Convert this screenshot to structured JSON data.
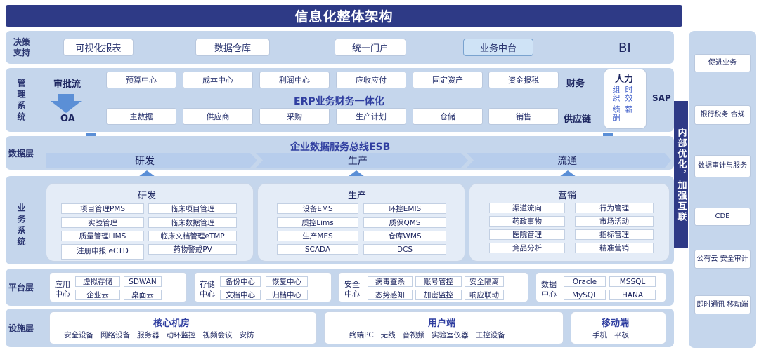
{
  "title": "信息化整体架构",
  "decision": {
    "label": "决策支持",
    "items": [
      "可视化报表",
      "数据仓库",
      "统一门户",
      "业务中台"
    ],
    "bi": "BI"
  },
  "management": {
    "label": "管理系统",
    "approval": "审批流",
    "oa": "OA",
    "finance_items": [
      "预算中心",
      "成本中心",
      "利润中心",
      "应收应付",
      "固定资产",
      "资金报税"
    ],
    "finance_label": "财务",
    "erp_title": "ERP业务财务一体化",
    "supply_items": [
      "主数据",
      "供应商",
      "采购",
      "生产计划",
      "仓储",
      "销售"
    ],
    "supply_label": "供应链",
    "hr": {
      "title": "人力",
      "items": [
        "组织",
        "时效",
        "绩酬",
        "薪"
      ]
    },
    "sap": "SAP"
  },
  "data_layer": {
    "label": "数据层",
    "esb": "企业数据服务总线ESB",
    "flow": [
      "研发",
      "生产",
      "流通"
    ]
  },
  "business": {
    "label": "业务系统",
    "panels": [
      {
        "title": "研发",
        "items": [
          "项目管理PMS",
          "临床项目管理",
          "实验管理",
          "临床数据管理",
          "质量管理LIMS",
          "临床文档管理eTMP",
          "注册申报 eCTD",
          "药物警戒PV"
        ]
      },
      {
        "title": "生产",
        "items": [
          "设备EMS",
          "环控EMIS",
          "质控Lims",
          "质保QMS",
          "生产MES",
          "仓库WMS",
          "SCADA",
          "DCS"
        ]
      },
      {
        "title": "营销",
        "items": [
          "渠道流向",
          "行为管理",
          "药政事物",
          "市场活动",
          "医院管理",
          "指标管理",
          "竞品分析",
          "精准营销"
        ]
      }
    ]
  },
  "platform": {
    "label": "平台层",
    "groups": [
      {
        "label": "应用中心",
        "items": [
          "虚拟存储",
          "SDWAN",
          "企业云",
          "桌面云"
        ]
      },
      {
        "label": "存储中心",
        "items": [
          "备份中心",
          "恢复中心",
          "文档中心",
          "归档中心"
        ]
      },
      {
        "label": "安全中心",
        "items": [
          "病毒查杀",
          "账号管控",
          "安全隔离",
          "态势感知",
          "加密监控",
          "响应联动"
        ]
      },
      {
        "label": "数据中心",
        "items": [
          "Oracle",
          "MSSQL",
          "MySQL",
          "HANA"
        ]
      }
    ]
  },
  "infra": {
    "label": "设施层",
    "groups": [
      {
        "title": "核心机房",
        "items": [
          "安全设备",
          "网络设备",
          "服务器",
          "动环监控",
          "视频会议",
          "安防"
        ]
      },
      {
        "title": "用户端",
        "items": [
          "终端PC",
          "无线",
          "音视频",
          "实验室仪器",
          "工控设备"
        ]
      },
      {
        "title": "移动端",
        "items": [
          "手机",
          "平板"
        ]
      }
    ]
  },
  "internal": "内部优化，加强互联",
  "side": [
    "促进业务",
    "银行税务 合规",
    "数据审计与服务",
    "CDE",
    "公有云 安全审计",
    "即时通讯 移动端"
  ],
  "colors": {
    "title_bg": "#2e3a86",
    "band_bg": "#c5d6ec",
    "arrow": "#5b8fd6",
    "highlight": "#cfe3f6"
  }
}
